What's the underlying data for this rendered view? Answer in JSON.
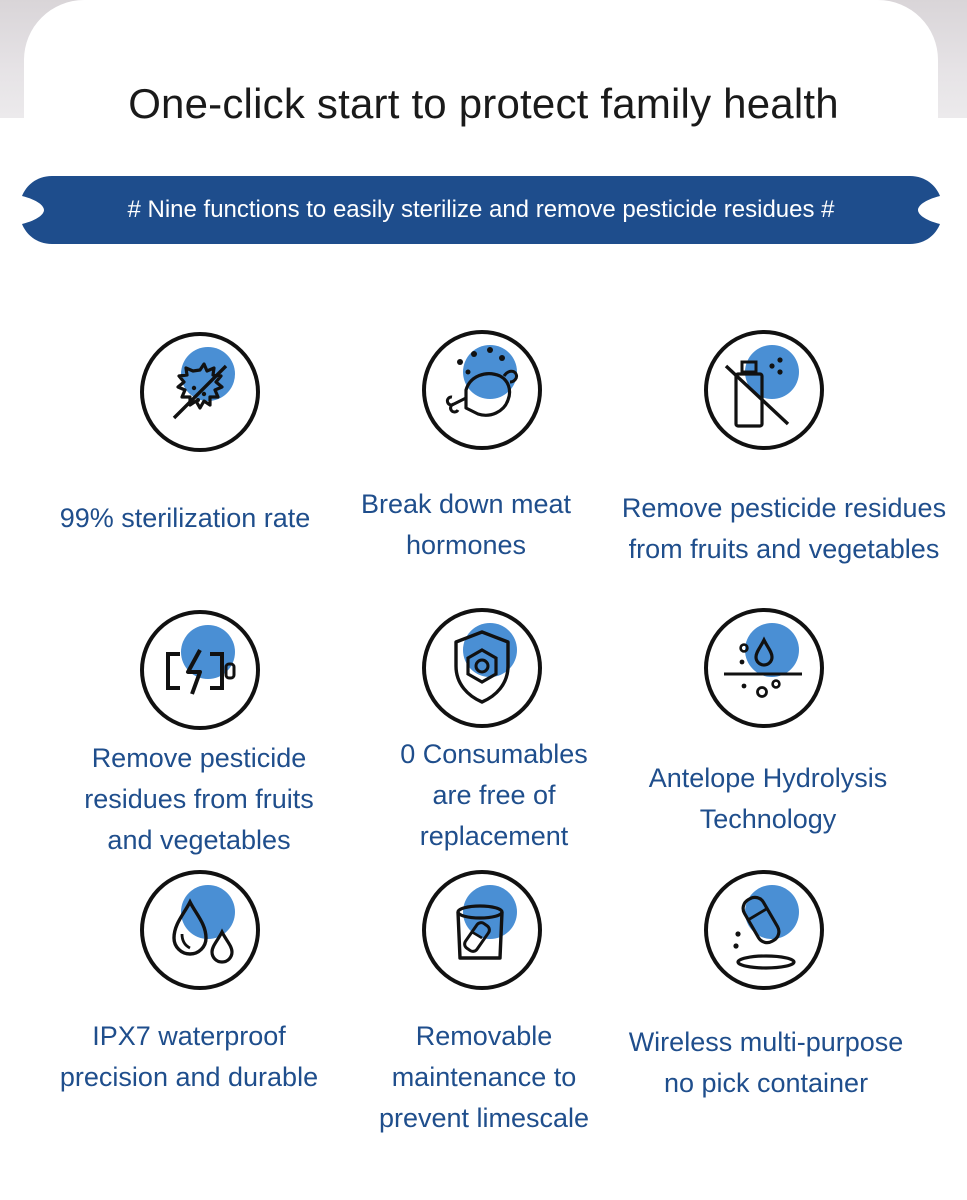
{
  "title": "One-click start to protect family health",
  "banner": "# Nine functions to easily sterilize and remove pesticide residues #",
  "colors": {
    "accent_blue": "#1e4d8c",
    "dot_blue": "#4a8fd4",
    "text_blue": "#1f4e8c"
  },
  "features": [
    {
      "icon": "bacteria-crossed-icon",
      "lines": [
        "99% sterilization rate"
      ]
    },
    {
      "icon": "meat-drumstick-icon",
      "lines": [
        "Break down meat",
        "hormones"
      ]
    },
    {
      "icon": "spray-bottle-crossed-icon",
      "lines": [
        "Remove pesticide residues",
        "from fruits and vegetables"
      ]
    },
    {
      "icon": "battery-charging-icon",
      "lines": [
        "Remove pesticide",
        "residues from fruits",
        "and vegetables"
      ]
    },
    {
      "icon": "shield-hexagon-icon",
      "lines": [
        "0 Consumables",
        "are free of",
        "replacement"
      ]
    },
    {
      "icon": "hydrolysis-drop-icon",
      "lines": [
        "Antelope Hydrolysis",
        "Technology"
      ]
    },
    {
      "icon": "water-drops-icon",
      "lines": [
        "IPX7 waterproof",
        "precision and durable"
      ]
    },
    {
      "icon": "container-tool-icon",
      "lines": [
        "Removable",
        "maintenance to",
        "prevent limescale"
      ]
    },
    {
      "icon": "wireless-device-icon",
      "lines": [
        "Wireless multi-purpose",
        "no pick container"
      ]
    }
  ]
}
